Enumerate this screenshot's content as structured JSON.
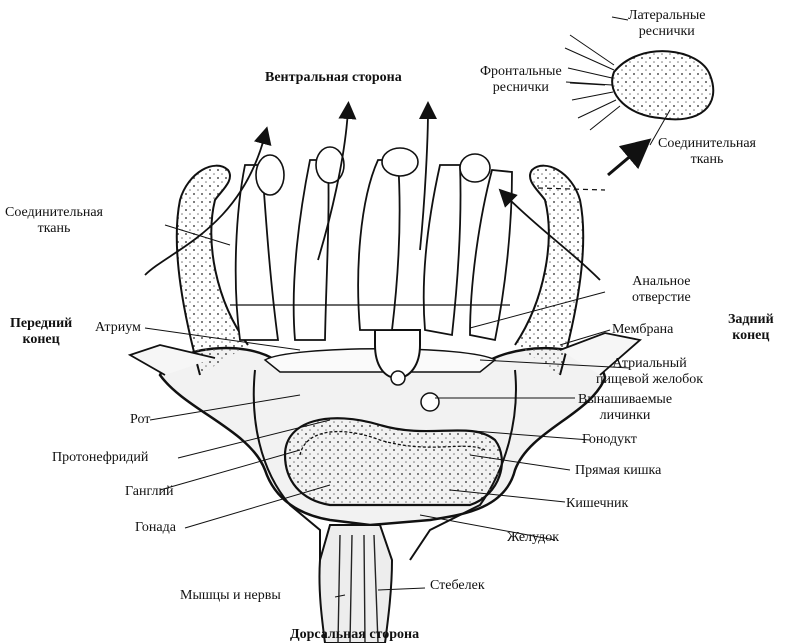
{
  "headings": {
    "ventral": "Вентральная сторона",
    "dorsal": "Дорсальная сторона",
    "anterior": "Передний\nконец",
    "posterior": "Задний\nконец"
  },
  "inset_labels": {
    "lateral_cilia": "Латеральные\nреснички",
    "frontal_cilia": "Фронтальные\nреснички",
    "connective_tissue": "Соединительная\nткань"
  },
  "left_labels": {
    "connective_tissue": "Соединительная\nткань",
    "atrium": "Атриум",
    "mouth": "Рот",
    "protonephridium": "Протонефридий",
    "ganglion": "Ганглий",
    "gonad": "Гонада",
    "muscles_nerves": "Мышцы и нервы"
  },
  "right_labels": {
    "anus": "Анальное\nотверстие",
    "membrane": "Мембрана",
    "atrial_groove": "Атриальный\nпищевой желобок",
    "brooded_larvae": "Вынашиваемые\nличинки",
    "gonoduct": "Гонодукт",
    "rectum": "Прямая кишка",
    "intestine": "Кишечник",
    "stomach": "Желудок",
    "stalk": "Стебелек"
  },
  "colors": {
    "ink": "#111111",
    "tissue": "#e8e8e8",
    "background": "#ffffff"
  }
}
